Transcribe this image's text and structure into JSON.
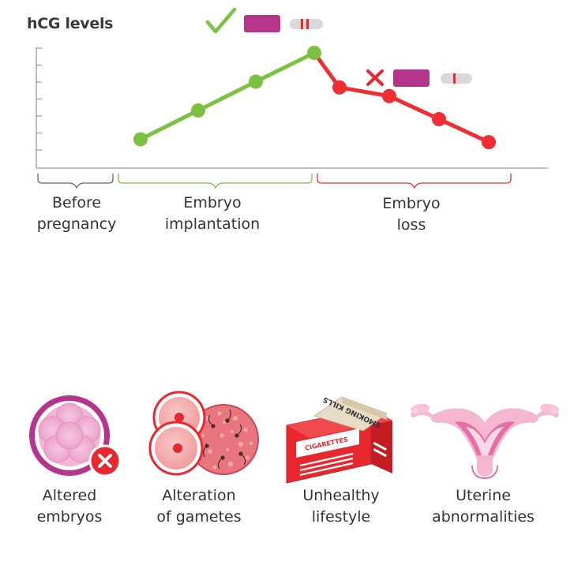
{
  "chart_data": {
    "type": "line",
    "title": "",
    "ylabel": "hCG levels",
    "xlabel": "",
    "y_ticks_labeled": false,
    "series": [
      {
        "phase": "implantation",
        "values": [
          1,
          2,
          3,
          4
        ]
      },
      {
        "phase": "loss",
        "values": [
          4,
          2.8,
          2.5,
          1.7,
          0.9
        ]
      }
    ]
  },
  "phases": [
    {
      "label_line1": "Before",
      "label_line2": "pregnancy"
    },
    {
      "label_line1": "Embryo",
      "label_line2": "implantation"
    },
    {
      "label_line1": "Embryo",
      "label_line2": "loss"
    }
  ],
  "test_results": [
    {
      "symbol": "check-mark",
      "lines": 2,
      "color": "#7dc142"
    },
    {
      "symbol": "cross-mark",
      "lines": 1,
      "color": "#e8272e"
    }
  ],
  "causes": [
    {
      "icon": "altered-embryo-icon",
      "line1": "Altered",
      "line2": "embryos"
    },
    {
      "icon": "gametes-icon",
      "line1": "Alteration",
      "line2": "of gametes"
    },
    {
      "icon": "cigarette-pack-icon",
      "line1": "Unhealthy",
      "line2": "lifestyle"
    },
    {
      "icon": "uterus-icon",
      "line1": "Uterine",
      "line2": "abnormalities"
    }
  ],
  "pack_text": {
    "top": "SMOKING KILLS",
    "side": "CIGARETTES"
  },
  "colors": {
    "rise": "#7dc142",
    "fall": "#ef2d32",
    "test_body": "#b5358c",
    "axis": "#9a9a9a",
    "text": "#333333"
  }
}
